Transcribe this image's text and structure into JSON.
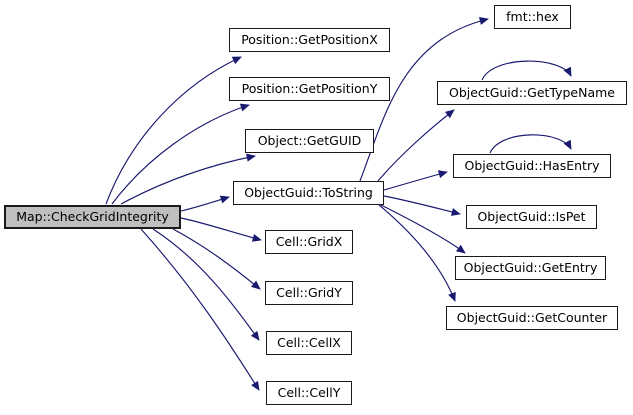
{
  "diagram": {
    "type": "call-graph",
    "root": "Map::CheckGridIntegrity"
  },
  "colors": {
    "background": "#ffffff",
    "edge": "#191970",
    "node_border": "#1a1a1a",
    "node_fill": "#ffffff",
    "highlight_fill": "#bfbfbf",
    "text": "#000000"
  },
  "nodes": [
    {
      "id": "map-checkgridintegrity",
      "label": "Map::CheckGridIntegrity",
      "highlighted": true
    },
    {
      "id": "position-getpositionx",
      "label": "Position::GetPositionX",
      "highlighted": false
    },
    {
      "id": "position-getpositiony",
      "label": "Position::GetPositionY",
      "highlighted": false
    },
    {
      "id": "object-getguid",
      "label": "Object::GetGUID",
      "highlighted": false
    },
    {
      "id": "objectguid-tostring",
      "label": "ObjectGuid::ToString",
      "highlighted": false
    },
    {
      "id": "cell-gridx",
      "label": "Cell::GridX",
      "highlighted": false
    },
    {
      "id": "cell-gridy",
      "label": "Cell::GridY",
      "highlighted": false
    },
    {
      "id": "cell-cellx",
      "label": "Cell::CellX",
      "highlighted": false
    },
    {
      "id": "cell-celly",
      "label": "Cell::CellY",
      "highlighted": false
    },
    {
      "id": "fmt-hex",
      "label": "fmt::hex",
      "highlighted": false
    },
    {
      "id": "objectguid-gettypename",
      "label": "ObjectGuid::GetTypeName",
      "highlighted": false
    },
    {
      "id": "objectguid-hasentry",
      "label": "ObjectGuid::HasEntry",
      "highlighted": false
    },
    {
      "id": "objectguid-ispet",
      "label": "ObjectGuid::IsPet",
      "highlighted": false
    },
    {
      "id": "objectguid-getentry",
      "label": "ObjectGuid::GetEntry",
      "highlighted": false
    },
    {
      "id": "objectguid-getcounter",
      "label": "ObjectGuid::GetCounter",
      "highlighted": false
    }
  ],
  "edges": [
    {
      "from": "map-checkgridintegrity",
      "to": "position-getpositionx"
    },
    {
      "from": "map-checkgridintegrity",
      "to": "position-getpositiony"
    },
    {
      "from": "map-checkgridintegrity",
      "to": "object-getguid"
    },
    {
      "from": "map-checkgridintegrity",
      "to": "objectguid-tostring"
    },
    {
      "from": "map-checkgridintegrity",
      "to": "cell-gridx"
    },
    {
      "from": "map-checkgridintegrity",
      "to": "cell-gridy"
    },
    {
      "from": "map-checkgridintegrity",
      "to": "cell-cellx"
    },
    {
      "from": "map-checkgridintegrity",
      "to": "cell-celly"
    },
    {
      "from": "objectguid-tostring",
      "to": "fmt-hex"
    },
    {
      "from": "objectguid-tostring",
      "to": "objectguid-gettypename"
    },
    {
      "from": "objectguid-tostring",
      "to": "objectguid-hasentry"
    },
    {
      "from": "objectguid-tostring",
      "to": "objectguid-ispet"
    },
    {
      "from": "objectguid-tostring",
      "to": "objectguid-getentry"
    },
    {
      "from": "objectguid-tostring",
      "to": "objectguid-getcounter"
    },
    {
      "from": "objectguid-gettypename",
      "to": "objectguid-gettypename"
    },
    {
      "from": "objectguid-hasentry",
      "to": "objectguid-hasentry"
    }
  ]
}
